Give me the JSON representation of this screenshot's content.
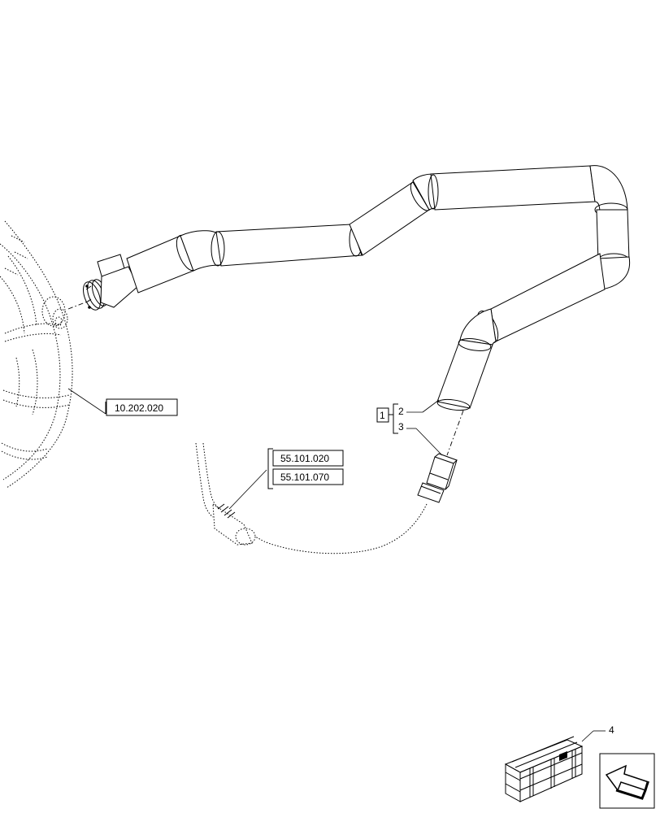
{
  "references": {
    "engine_ref": "10.202.020",
    "sensor_ref_1": "55.101.020",
    "sensor_ref_2": "55.101.070"
  },
  "callouts": {
    "box_item": "1",
    "item_2": "2",
    "item_3": "3",
    "item_4": "4"
  },
  "icons": [
    "engine-housing-icon",
    "hose-clamp-icon",
    "pipe-assembly-icon",
    "connector-icon",
    "temperature-sensor-icon",
    "kit-crate-icon",
    "navigation-arrow-icon"
  ]
}
